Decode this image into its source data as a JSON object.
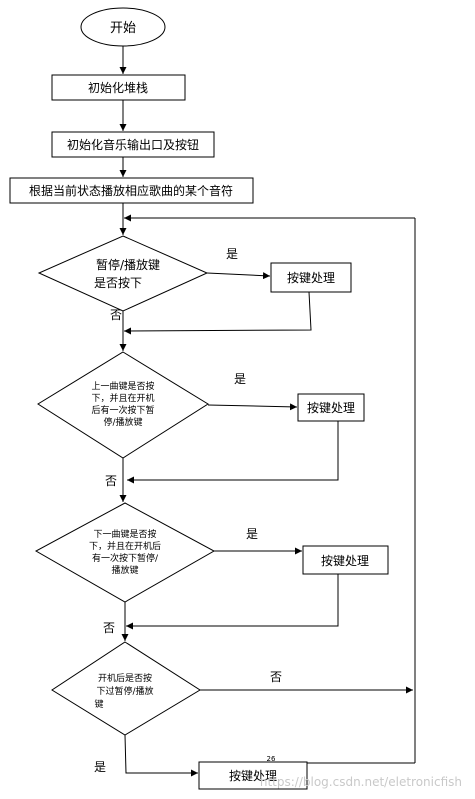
{
  "flowchart": {
    "start": "开始",
    "step1": "初始化堆栈",
    "step2": "初始化音乐输出口及按钮",
    "step3": "根据当前状态播放相应歌曲的某个音符",
    "decision1": [
      "暂停/播放键",
      "是否按下"
    ],
    "decision2": [
      "上一曲键是否按",
      "下，并且在开机",
      "后有一次按下暂",
      "停/播放键"
    ],
    "decision3": [
      "下一曲键是否按",
      "下，并且在开机后",
      "有一次按下暂停/",
      "播放键"
    ],
    "decision4": [
      "开机后是否按",
      "下过暂停/播放",
      "键"
    ],
    "process": "按键处理",
    "yes": "是",
    "no": "否"
  },
  "page_number": "26",
  "watermark": "https://blog.csdn.net/eletronicfish"
}
